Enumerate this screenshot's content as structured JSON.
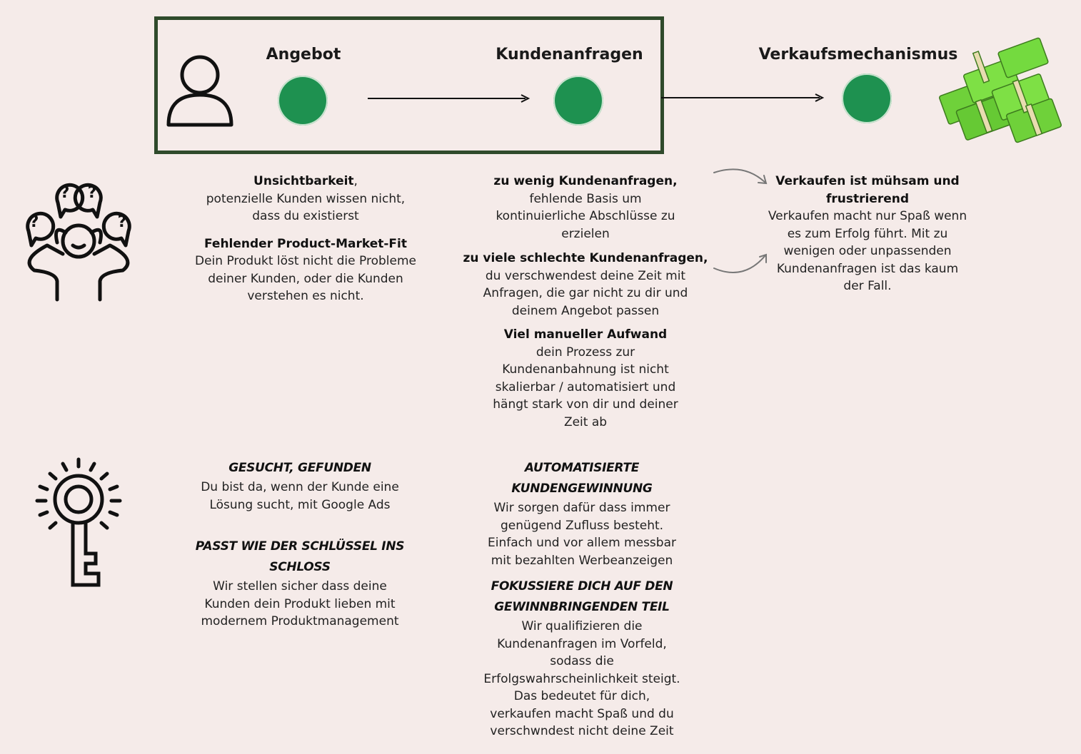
{
  "stages": [
    {
      "title": "Angebot"
    },
    {
      "title": "Kundenanfragen"
    },
    {
      "title": "Verkaufsmechanismus"
    }
  ],
  "problems": {
    "col1": [
      {
        "head": "Unsichtbarkeit",
        "head_suffix": ",",
        "lines": [
          "potenzielle Kunden wissen nicht,",
          "dass du existierst"
        ]
      },
      {
        "head": "Fehlender Product-Market-Fit",
        "lines": [
          "Dein Produkt löst nicht die Probleme",
          "deiner Kunden, oder die Kunden",
          "verstehen es nicht."
        ]
      }
    ],
    "col2": [
      {
        "head": "zu wenig Kundenanfragen,",
        "lines": [
          "fehlende Basis um",
          "kontinuierliche Abschlüsse zu",
          "erzielen"
        ]
      },
      {
        "head": "zu viele schlechte Kundenanfragen,",
        "lines": [
          "du verschwendest deine Zeit mit",
          "Anfragen, die gar nicht zu dir und",
          "deinem Angebot passen"
        ]
      },
      {
        "head": "Viel manueller Aufwand",
        "lines": [
          "dein Prozess zur",
          "Kundenanbahnung ist nicht",
          "skalierbar / automatisiert und",
          "hängt stark von dir und deiner",
          "Zeit ab"
        ]
      }
    ],
    "col3": [
      {
        "head_lines": [
          "Verkaufen ist mühsam und",
          "frustrierend"
        ],
        "lines": [
          "Verkaufen macht nur Spaß wenn",
          "es zum Erfolg führt. Mit zu",
          "wenigen oder unpassenden",
          "Kundenanfragen ist das kaum",
          "der Fall."
        ]
      }
    ]
  },
  "solutions": {
    "col1": [
      {
        "head_lines": [
          "Gesucht, gefunden"
        ],
        "lines": [
          "Du bist da, wenn der Kunde eine",
          "Lösung sucht, mit Google Ads"
        ]
      },
      {
        "head_lines": [
          "Passt wie der Schlüssel ins",
          "Schloss"
        ],
        "lines": [
          "Wir stellen sicher dass deine",
          "Kunden dein Produkt lieben mit",
          "modernem Produktmanagement"
        ]
      }
    ],
    "col2": [
      {
        "head_lines": [
          "Automatisierte",
          "Kundengewinnung"
        ],
        "lines": [
          "Wir sorgen dafür dass immer",
          "genügend Zufluss besteht.",
          "Einfach und vor allem messbar",
          "mit bezahlten Werbeanzeigen"
        ]
      },
      {
        "head_lines": [
          "Fokussiere dich auf den",
          "gewinnbringenden Teil"
        ],
        "lines": [
          "Wir qualifizieren die",
          "Kundenanfragen im Vorfeld,",
          "sodass die",
          "Erfolgswahrscheinlichkeit steigt.",
          "Das bedeutet für dich,",
          "verkaufen macht Spaß und du",
          "verschwndest nicht deine Zeit"
        ]
      }
    ]
  },
  "icons": {
    "person": "person-outline-icon",
    "money": "money-stack-icon",
    "stressed": "stressed-person-questions-icon",
    "key": "key-idea-icon"
  },
  "colors": {
    "dot": "#1e9150",
    "frame": "#2f4a2b",
    "background": "#f5ebe9"
  }
}
